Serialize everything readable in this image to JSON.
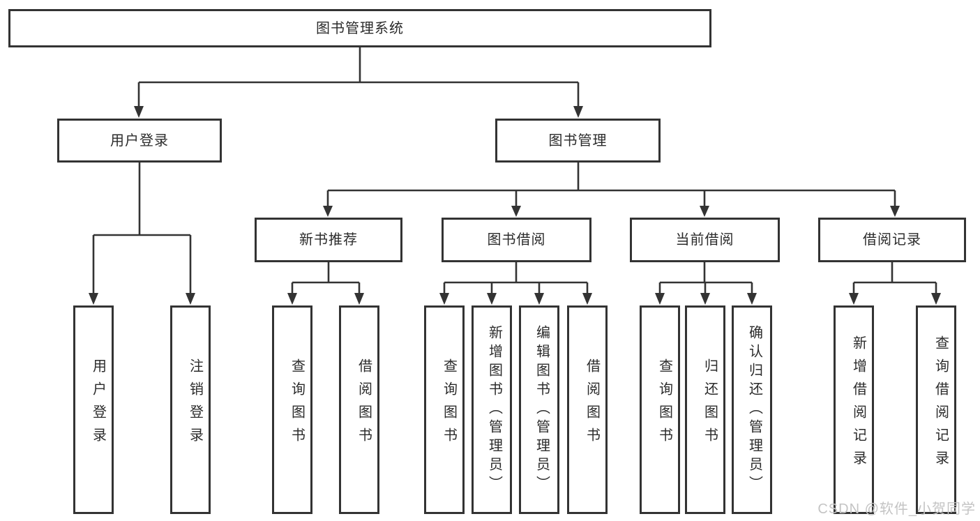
{
  "diagram": {
    "root": "图书管理系统",
    "branches": [
      {
        "label": "用户登录",
        "children": [
          "用户登录",
          "注销登录"
        ]
      },
      {
        "label": "图书管理",
        "children": [
          {
            "label": "新书推荐",
            "children": [
              "查询图书",
              "借阅图书"
            ]
          },
          {
            "label": "图书借阅",
            "children": [
              "查询图书",
              "新增图书（管理员）",
              "编辑图书（管理员）",
              "借阅图书"
            ]
          },
          {
            "label": "当前借阅",
            "children": [
              "查询图书",
              "归还图书",
              "确认归还（管理员）"
            ]
          },
          {
            "label": "借阅记录",
            "children": [
              "新增借阅记录",
              "查询借阅记录"
            ]
          }
        ]
      }
    ]
  },
  "watermark": "CSDN @软件_小贺同学",
  "colors": {
    "line": "#333333",
    "text": "#2b2b2b",
    "watermark": "#c4c4c4",
    "background": "#ffffff"
  }
}
